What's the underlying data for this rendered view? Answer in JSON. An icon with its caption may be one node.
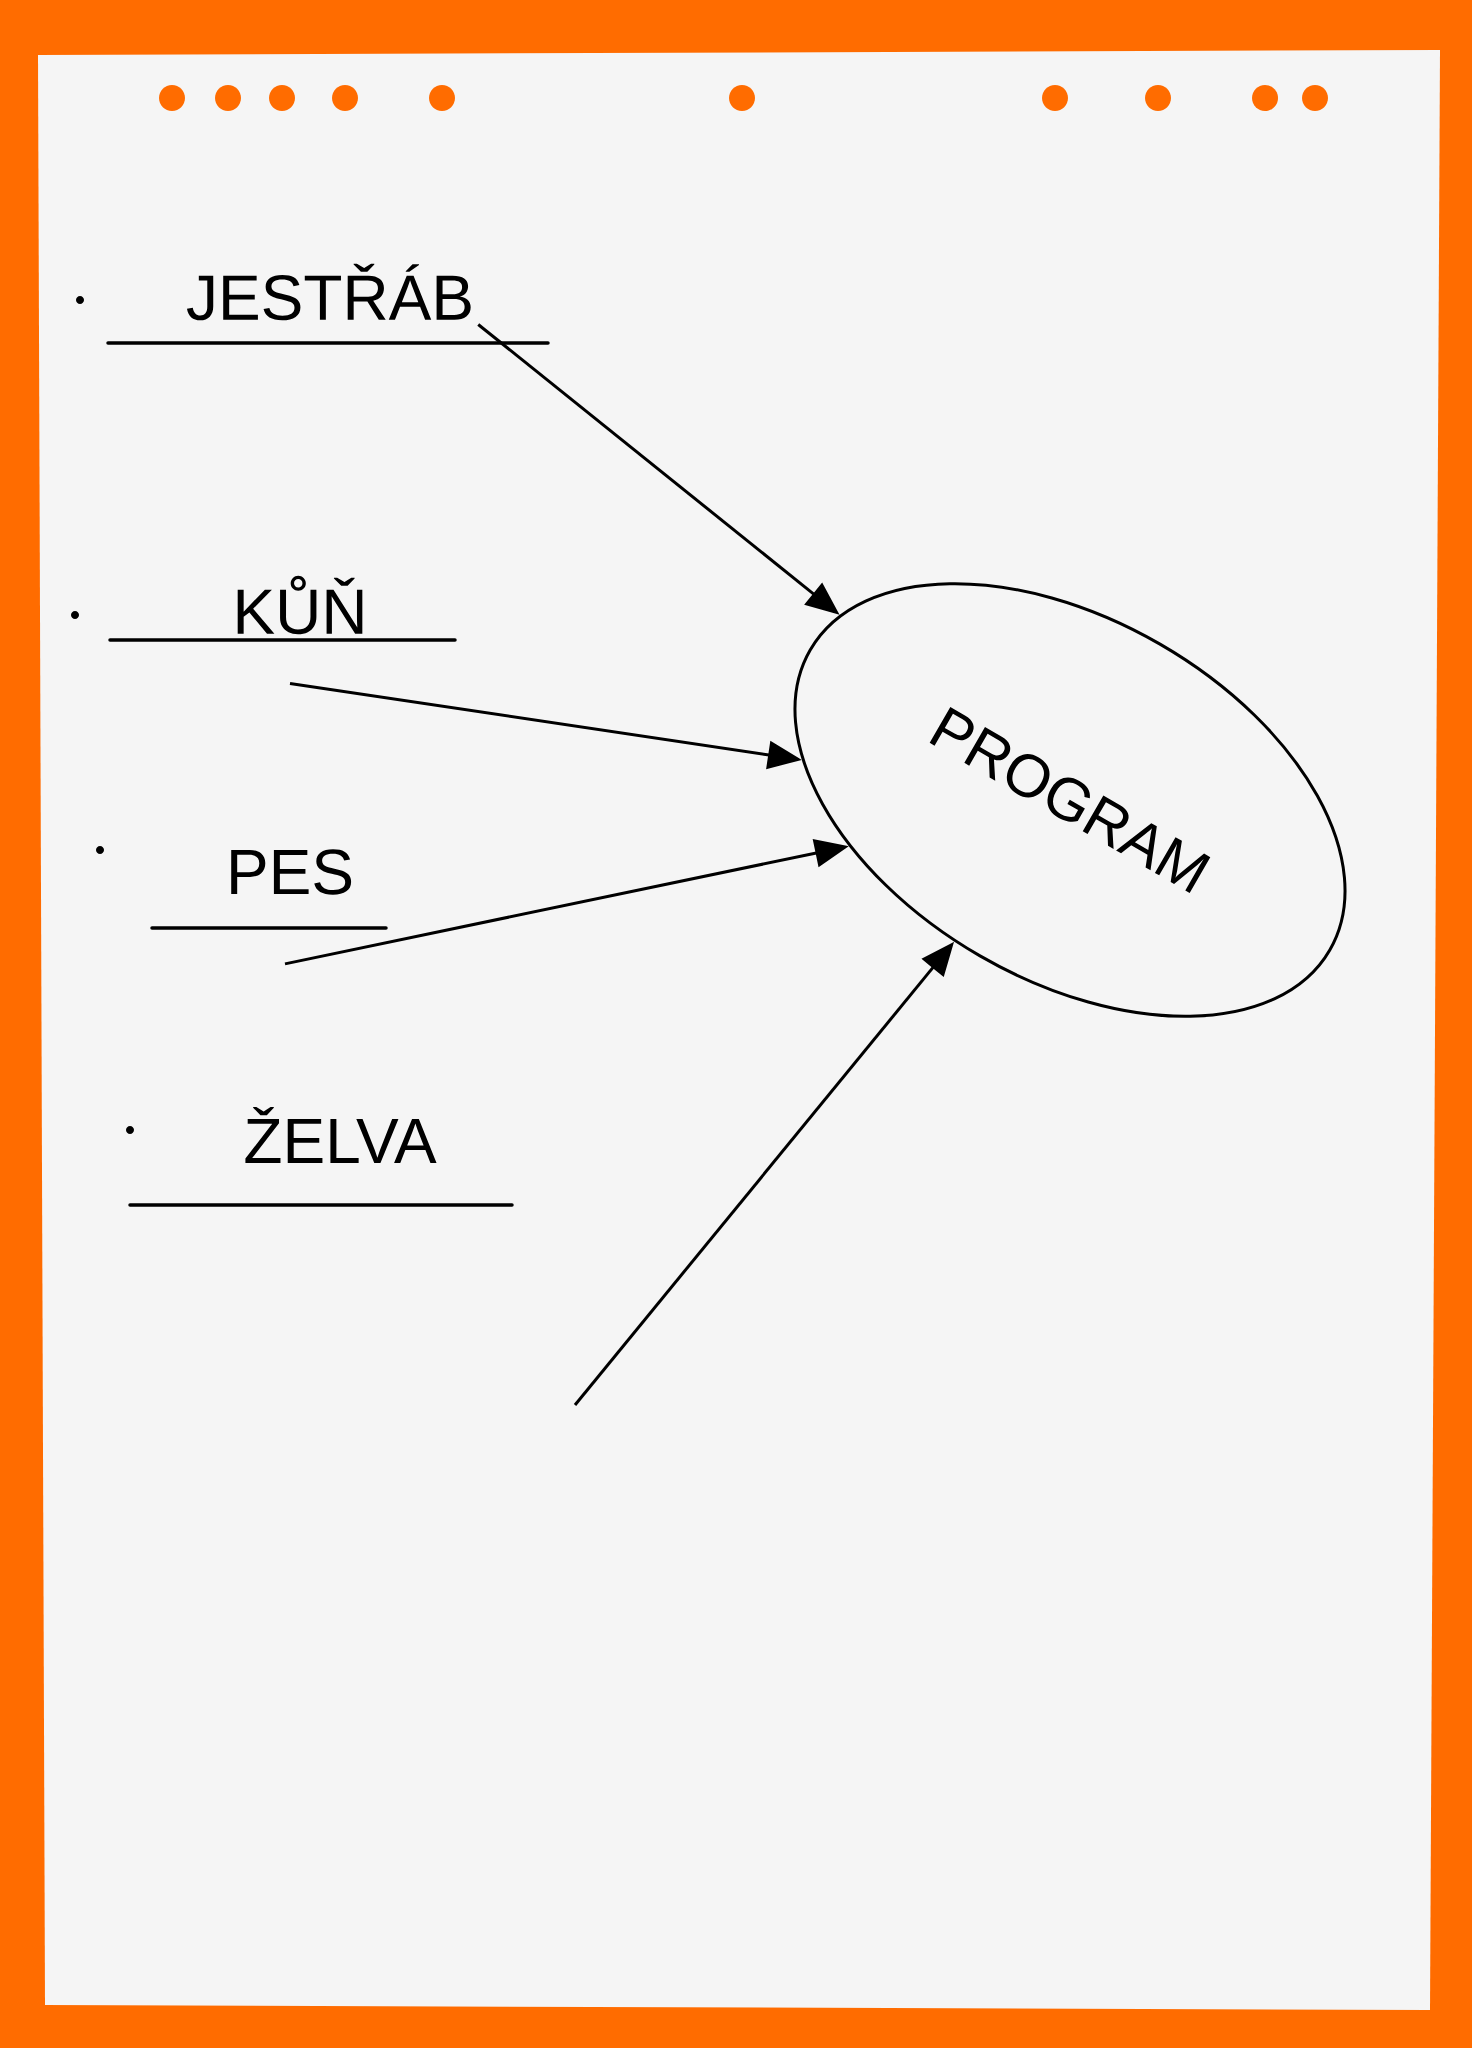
{
  "diagram": {
    "nodes": [
      {
        "text": [
          "JESTŘÁB"
        ]
      },
      {
        "text": [
          "KŮŇ"
        ]
      },
      {
        "text": [
          "PES"
        ]
      },
      {
        "text": [
          "ŽELVA"
        ]
      },
      {
        "text": [
          "PROGRAM"
        ]
      }
    ],
    "edges": [
      {
        "from": 0,
        "to": 4,
        "arrow": "to"
      },
      {
        "from": 1,
        "to": 4,
        "arrow": "to"
      },
      {
        "from": 2,
        "to": 4,
        "arrow": "to"
      },
      {
        "from": null,
        "to": 4,
        "arrow": "to"
      }
    ]
  }
}
